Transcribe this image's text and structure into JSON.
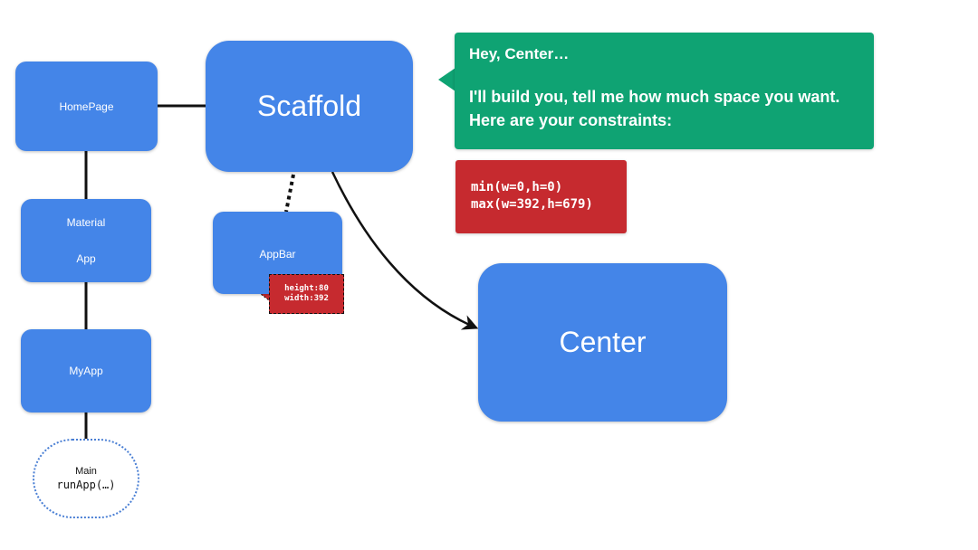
{
  "nodes": {
    "homepage": "HomePage",
    "material_line1": "Material",
    "material_line2": "App",
    "myapp": "MyApp",
    "main_label": "Main",
    "main_code": "runApp(…)",
    "scaffold": "Scaffold",
    "appbar": "AppBar",
    "center": "Center"
  },
  "appbar_size": {
    "height": "height:80",
    "width": "width:392"
  },
  "bubble": {
    "greeting": "Hey, Center…",
    "message": "I'll build you, tell me how much space you want. Here are your constraints:"
  },
  "constraints": {
    "min": "min(w=0,h=0)",
    "max": "max(w=392,h=679)"
  },
  "colors": {
    "node_blue": "#4485e8",
    "bubble_green": "#0fa373",
    "constraint_red": "#c62a2f"
  }
}
